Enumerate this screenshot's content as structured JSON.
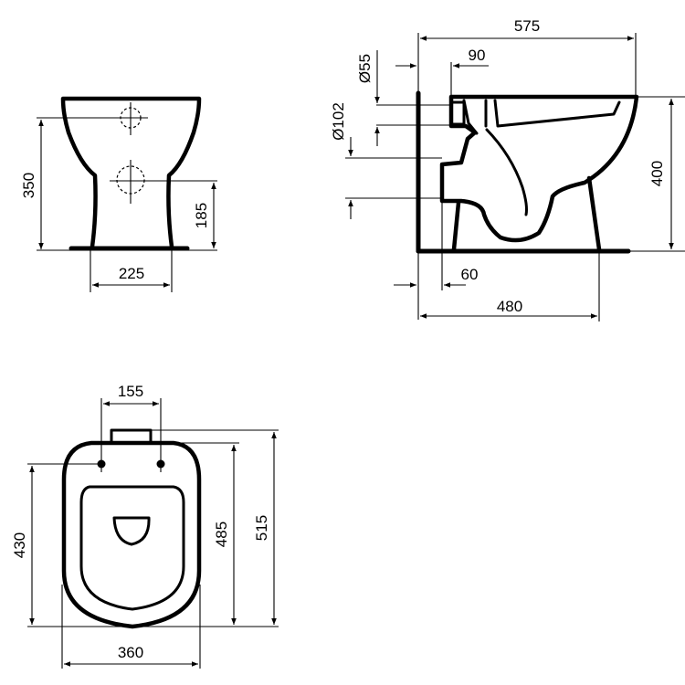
{
  "drawing": {
    "title": "Floor-standing WC technical drawing",
    "line_color": "#000000",
    "background": "#ffffff"
  },
  "front_view": {
    "dim_height_total": "350",
    "dim_outlet_height": "185",
    "dim_base_width": "225"
  },
  "side_view": {
    "dim_overall_depth": "575",
    "dim_inlet_offset": "90",
    "dim_inlet_diameter": "Ø55",
    "dim_outlet_diameter": "Ø102",
    "dim_height": "400",
    "dim_wall_gap": "60",
    "dim_base_depth": "480"
  },
  "top_view": {
    "dim_hinge_spacing": "155",
    "dim_hinge_to_front": "430",
    "dim_seat_length": "485",
    "dim_overall_length": "515",
    "dim_width": "360"
  }
}
